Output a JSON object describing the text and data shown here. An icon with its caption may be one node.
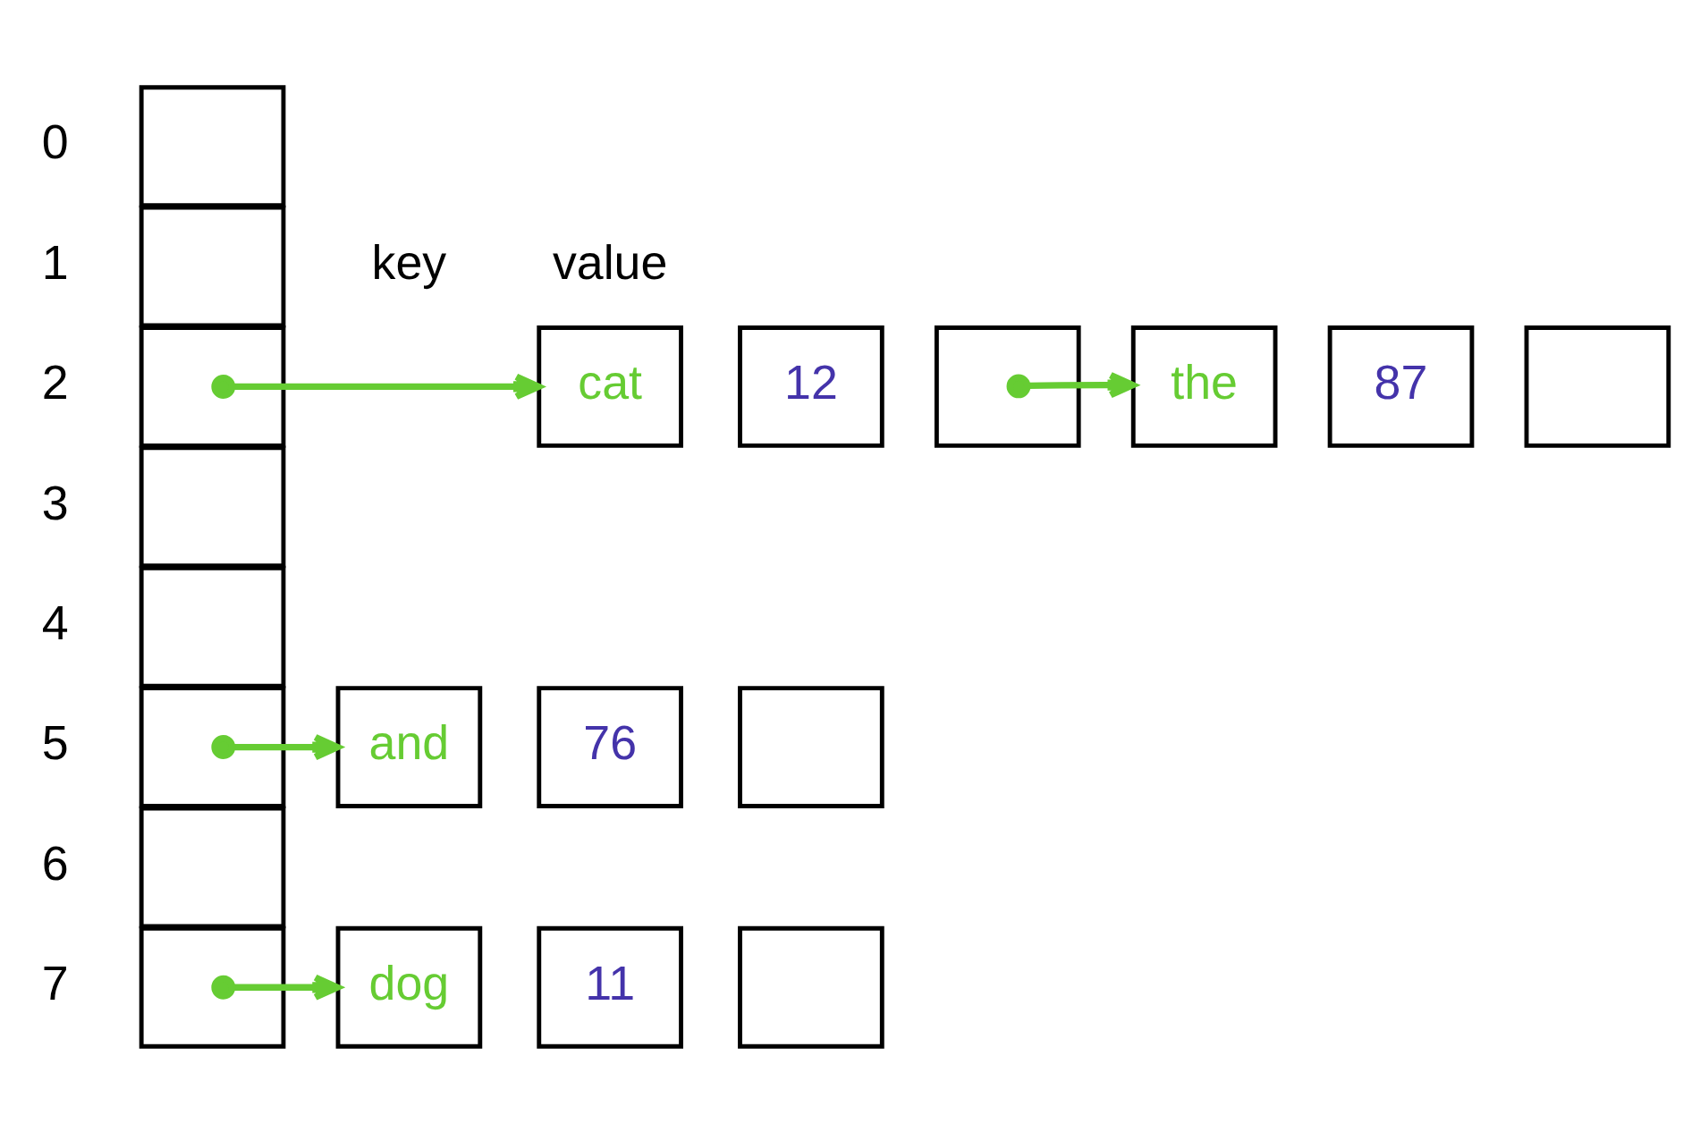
{
  "diagram": {
    "nodes": [
      {
        "text": [],
        "shape": "box",
        "beside": [
          "0"
        ]
      },
      {
        "text": [],
        "shape": "box",
        "beside": [
          "1"
        ]
      },
      {
        "text": [],
        "shape": "box",
        "beside": [
          "2"
        ]
      },
      {
        "text": [],
        "shape": "box",
        "beside": [
          "3"
        ]
      },
      {
        "text": [],
        "shape": "box",
        "beside": [
          "4"
        ]
      },
      {
        "text": [],
        "shape": "box",
        "beside": [
          "5"
        ]
      },
      {
        "text": [],
        "shape": "box",
        "beside": [
          "6"
        ]
      },
      {
        "text": [],
        "shape": "box",
        "beside": [
          "7"
        ]
      },
      {
        "text": [
          "cat"
        ]
      },
      {
        "text": [
          "12"
        ]
      },
      {
        "text": [],
        "shape": "box"
      },
      {
        "text": [
          "the"
        ]
      },
      {
        "text": [
          "87"
        ]
      },
      {
        "text": [],
        "shape": "box"
      },
      {
        "text": [
          "and"
        ]
      },
      {
        "text": [
          "76"
        ]
      },
      {
        "text": [],
        "shape": "box"
      },
      {
        "text": [
          "dog"
        ]
      },
      {
        "text": [
          "11"
        ]
      },
      {
        "text": [],
        "shape": "box"
      }
    ],
    "edges": [
      {
        "from": 2,
        "to": 8,
        "arrow": "to"
      },
      {
        "from": 10,
        "to": 11,
        "arrow": "to"
      },
      {
        "from": 5,
        "to": 14,
        "arrow": "to"
      },
      {
        "from": 7,
        "to": 17,
        "arrow": "to"
      }
    ],
    "labels": [
      "key",
      "value"
    ]
  }
}
